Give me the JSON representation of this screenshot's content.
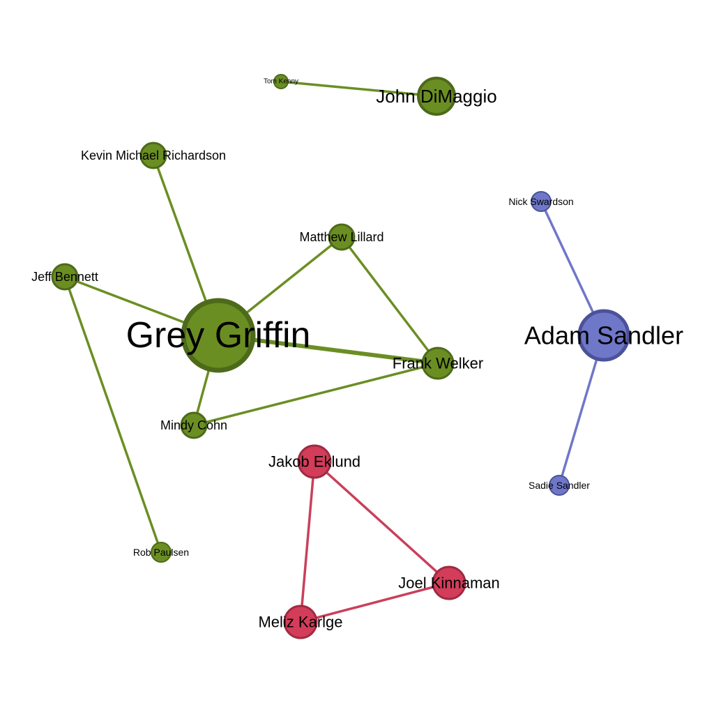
{
  "graph": {
    "communities": {
      "green": {
        "fill": "#6b8e23",
        "stroke": "#4d6a1a",
        "edge": "#6b8e23"
      },
      "blue": {
        "fill": "#6f77c9",
        "stroke": "#4b5299",
        "edge": "#6f77c9"
      },
      "red": {
        "fill": "#d33d5a",
        "stroke": "#9e2b41",
        "edge": "#c9405b"
      }
    },
    "nodes": [
      {
        "id": "grey-griffin",
        "label": "Grey Griffin",
        "community": "green"
      },
      {
        "id": "john-dimaggio",
        "label": "John DiMaggio",
        "community": "green"
      },
      {
        "id": "tom-kenny",
        "label": "Tom Kenny",
        "community": "green"
      },
      {
        "id": "kevin-michael-richardson",
        "label": "Kevin Michael Richardson",
        "community": "green"
      },
      {
        "id": "matthew-lillard",
        "label": "Matthew Lillard",
        "community": "green"
      },
      {
        "id": "jeff-bennett",
        "label": "Jeff Bennett",
        "community": "green"
      },
      {
        "id": "frank-welker",
        "label": "Frank Welker",
        "community": "green"
      },
      {
        "id": "mindy-cohn",
        "label": "Mindy Cohn",
        "community": "green"
      },
      {
        "id": "rob-paulsen",
        "label": "Rob Paulsen",
        "community": "green"
      },
      {
        "id": "adam-sandler",
        "label": "Adam Sandler",
        "community": "blue"
      },
      {
        "id": "nick-swardson",
        "label": "Nick Swardson",
        "community": "blue"
      },
      {
        "id": "sadie-sandler",
        "label": "Sadie Sandler",
        "community": "blue"
      },
      {
        "id": "jakob-eklund",
        "label": "Jakob Eklund",
        "community": "red"
      },
      {
        "id": "joel-kinnaman",
        "label": "Joel Kinnaman",
        "community": "red"
      },
      {
        "id": "meliz-karlge",
        "label": "Meliz Karlge",
        "community": "red"
      }
    ],
    "edges": [
      {
        "source": "tom-kenny",
        "target": "john-dimaggio"
      },
      {
        "source": "grey-griffin",
        "target": "kevin-michael-richardson"
      },
      {
        "source": "grey-griffin",
        "target": "matthew-lillard"
      },
      {
        "source": "grey-griffin",
        "target": "jeff-bennett"
      },
      {
        "source": "grey-griffin",
        "target": "frank-welker"
      },
      {
        "source": "grey-griffin",
        "target": "mindy-cohn"
      },
      {
        "source": "matthew-lillard",
        "target": "frank-welker"
      },
      {
        "source": "mindy-cohn",
        "target": "frank-welker"
      },
      {
        "source": "jeff-bennett",
        "target": "rob-paulsen"
      },
      {
        "source": "nick-swardson",
        "target": "adam-sandler"
      },
      {
        "source": "adam-sandler",
        "target": "sadie-sandler"
      },
      {
        "source": "jakob-eklund",
        "target": "joel-kinnaman"
      },
      {
        "source": "jakob-eklund",
        "target": "meliz-karlge"
      },
      {
        "source": "meliz-karlge",
        "target": "joel-kinnaman"
      }
    ]
  }
}
